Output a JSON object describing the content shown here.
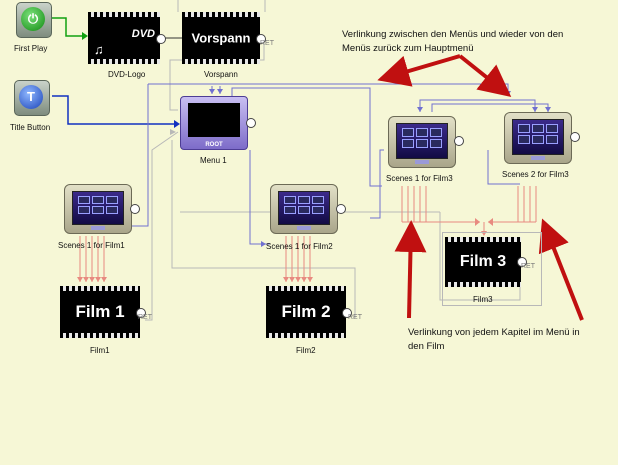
{
  "nodes": {
    "first_play": {
      "label": "First Play",
      "glyph": "⏻"
    },
    "title_button": {
      "label": "Title Button",
      "glyph": "T"
    },
    "dvd_logo": {
      "label": "DVD-Logo",
      "music_glyph": "♫",
      "logo_text": "DVD"
    },
    "vorspann": {
      "label": "Vorspann",
      "screen_text": "Vorspann"
    },
    "menu1": {
      "label": "Menu 1",
      "badge": "ROOT"
    },
    "scenes_film1": {
      "label": "Scenes 1 for Film1"
    },
    "scenes_film2": {
      "label": "Scenes 1 for Film2"
    },
    "scenes1_film3": {
      "label": "Scenes 1 for Film3"
    },
    "scenes2_film3": {
      "label": "Scenes 2 for Film3"
    },
    "film1": {
      "label": "Film1",
      "screen_text": "Film 1"
    },
    "film2": {
      "label": "Film2",
      "screen_text": "Film 2"
    },
    "film3": {
      "label": "Film3",
      "screen_text": "Film 3"
    }
  },
  "ret_label": "RET",
  "annotations": {
    "top": "Verlinkung zwischen den Menüs und wieder von den Menüs zurück zum Hauptmenü",
    "bottom": "Verlinkung von jedem Kapitel im Menü in den Film"
  },
  "colors": {
    "background": "#f6f7d6",
    "first_play_link": "#11a011",
    "title_link": "#1030c0",
    "menu_link": "#7070d0",
    "chapter_link": "#e88a80",
    "return_link": "#b8b8b8",
    "annotation_arrow": "#c01010"
  }
}
